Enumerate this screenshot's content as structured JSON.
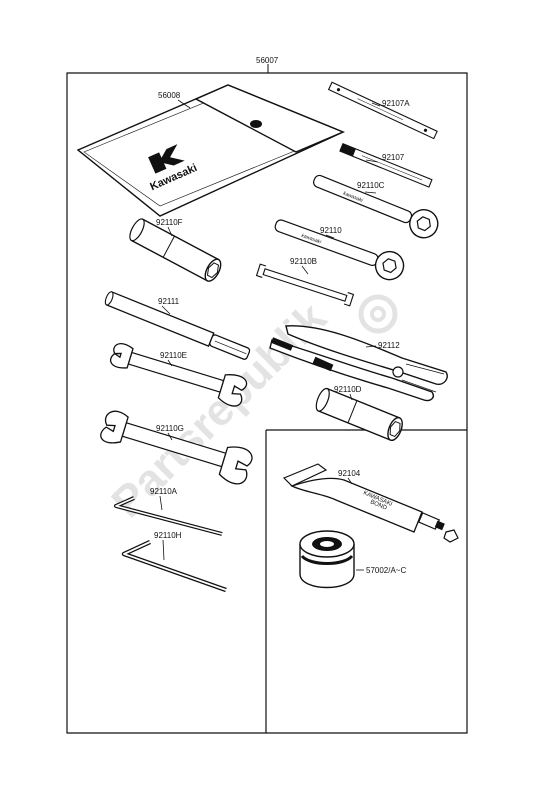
{
  "diagram": {
    "assembly_part_number": "56007",
    "parts": [
      {
        "id": "tool-pouch",
        "part_number": "56008"
      },
      {
        "id": "screwdriver-short",
        "part_number": "92107A"
      },
      {
        "id": "screwdriver",
        "part_number": "92107"
      },
      {
        "id": "spoke-wrench",
        "part_number": "92110C"
      },
      {
        "id": "socket-wrench-f",
        "part_number": "92110F"
      },
      {
        "id": "wrench-92110",
        "part_number": "92110"
      },
      {
        "id": "thin-wrench",
        "part_number": "92110B"
      },
      {
        "id": "handle",
        "part_number": "92111"
      },
      {
        "id": "pliers",
        "part_number": "92112"
      },
      {
        "id": "open-wrench-e",
        "part_number": "92110E"
      },
      {
        "id": "socket-wrench-d",
        "part_number": "92110D"
      },
      {
        "id": "open-wrench-g",
        "part_number": "92110G"
      },
      {
        "id": "thread-lock-tube",
        "part_number": "92104"
      },
      {
        "id": "hex-key-a",
        "part_number": "92110A"
      },
      {
        "id": "hex-key-h",
        "part_number": "92110H"
      },
      {
        "id": "tape-roll",
        "part_number": "57002/A~C"
      }
    ],
    "pouch_logo_text": "Kawasaki",
    "tube_label_line1": "KAWASAKI",
    "tube_label_line2": "BOND",
    "watermark_text": "Partsrepublik"
  }
}
